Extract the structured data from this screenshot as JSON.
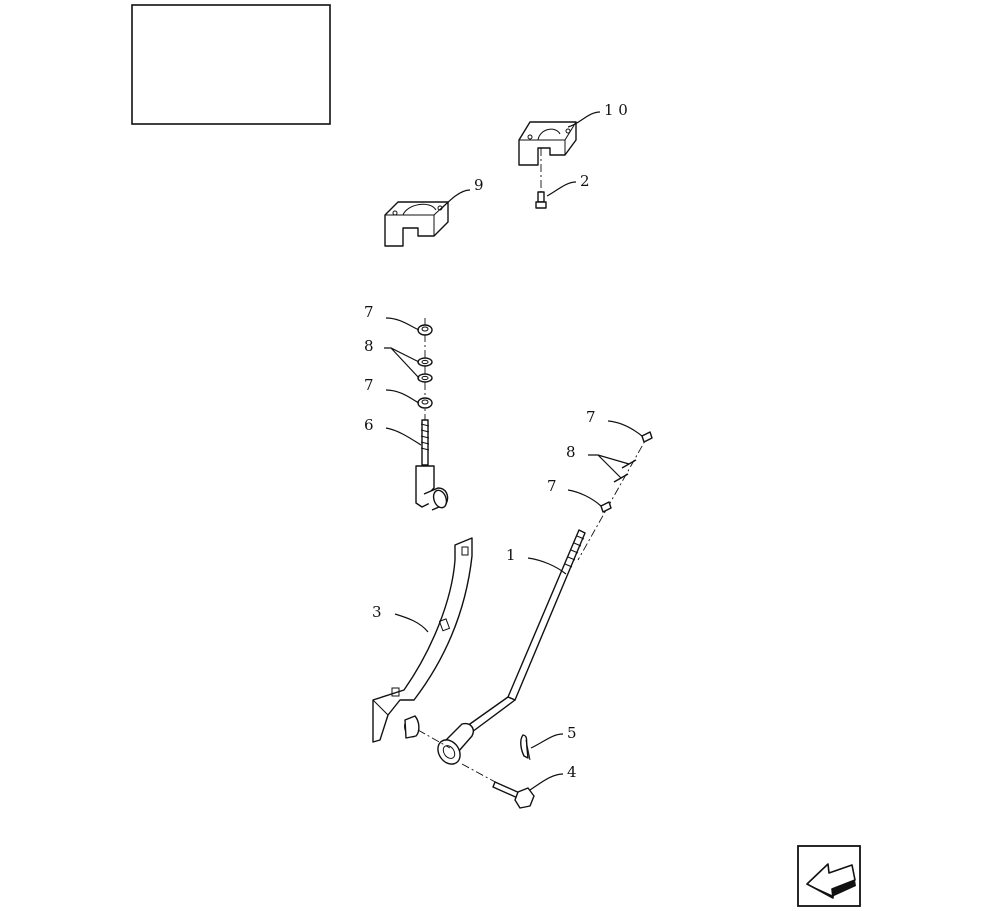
{
  "diagram": {
    "callouts": [
      {
        "id": "c-10",
        "text": "1 0"
      },
      {
        "id": "c-2",
        "text": "2"
      },
      {
        "id": "c-9",
        "text": "9"
      },
      {
        "id": "c-7a",
        "text": "7"
      },
      {
        "id": "c-8a",
        "text": "8"
      },
      {
        "id": "c-7b",
        "text": "7"
      },
      {
        "id": "c-6",
        "text": "6"
      },
      {
        "id": "c-7c",
        "text": "7"
      },
      {
        "id": "c-8b",
        "text": "8"
      },
      {
        "id": "c-7d",
        "text": "7"
      },
      {
        "id": "c-1",
        "text": "1"
      },
      {
        "id": "c-3",
        "text": "3"
      },
      {
        "id": "c-5",
        "text": "5"
      },
      {
        "id": "c-4",
        "text": "4"
      }
    ]
  },
  "icons": {
    "nav_arrow": "back-arrow-icon"
  }
}
